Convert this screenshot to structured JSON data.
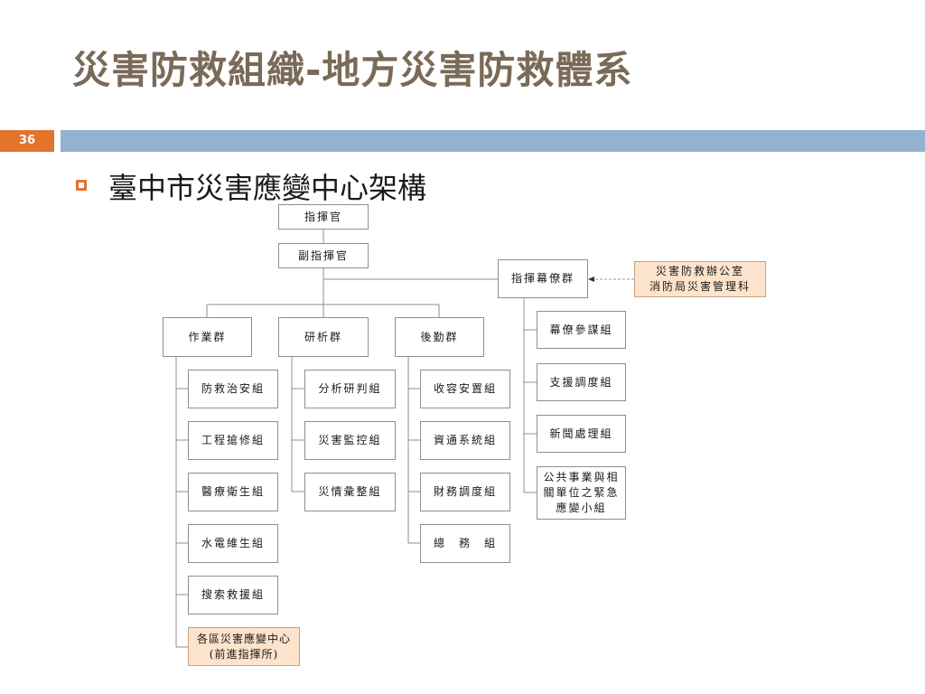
{
  "slide": {
    "title": "災害防救組織-地方災害防救體系",
    "page_number": "36",
    "subtitle": "臺中市災害應變中心架構"
  },
  "colors": {
    "title": "#7a6a58",
    "accent_orange": "#e2742c",
    "accent_blue": "#93b2cf",
    "peach_box": "#fde3cc"
  },
  "org": {
    "commander": "指揮官",
    "deputy": "副指揮官",
    "staff": "指揮幕僚群",
    "office": "災害防救辦公室\n消防局災害管理科",
    "ops": "作業群",
    "research": "研析群",
    "logistics": "後勤群",
    "ops_units": [
      "防救治安組",
      "工程搶修組",
      "醫療衛生組",
      "水電維生組",
      "搜索救援組"
    ],
    "district_center": "各區災害應變中心\n(前進指揮所)",
    "research_units": [
      "分析研判組",
      "災害監控組",
      "災情彙整組"
    ],
    "logistics_units": [
      "收容安置組",
      "資通系統組",
      "財務調度組",
      "總　務　組"
    ],
    "staff_units": [
      "幕僚參謀組",
      "支援調度組",
      "新聞處理組",
      "公共事業與相\n關單位之緊急\n應變小組"
    ]
  }
}
